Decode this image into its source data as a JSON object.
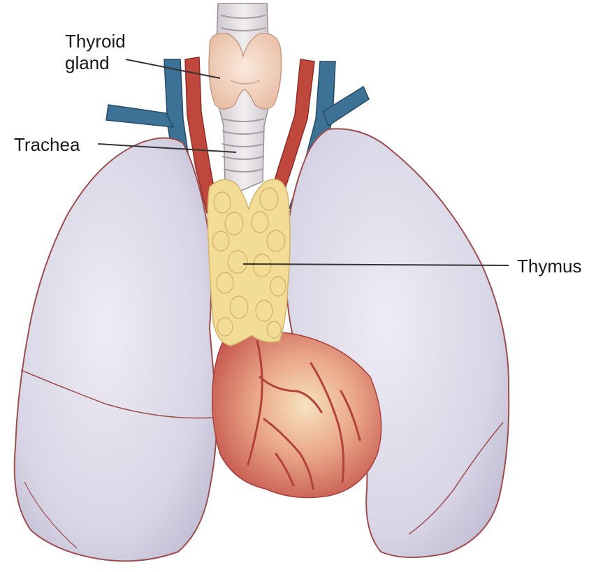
{
  "labels": {
    "thyroid_line1": "Thyroid",
    "thyroid_line2": "gland",
    "trachea": "Trachea",
    "thymus": "Thymus"
  },
  "colors": {
    "lung_fill": "#dcd9e8",
    "lung_outline": "#a05050",
    "vein_blue": "#3d7195",
    "artery_red": "#c0473c",
    "thymus_yellow": "#f3dc95",
    "thyroid_pink": "#f6d6c4",
    "trachea_gray": "#e7e3e6",
    "heart_red": "#d96a5e",
    "heart_light": "#f5dcb3",
    "leader_line": "#333333"
  }
}
